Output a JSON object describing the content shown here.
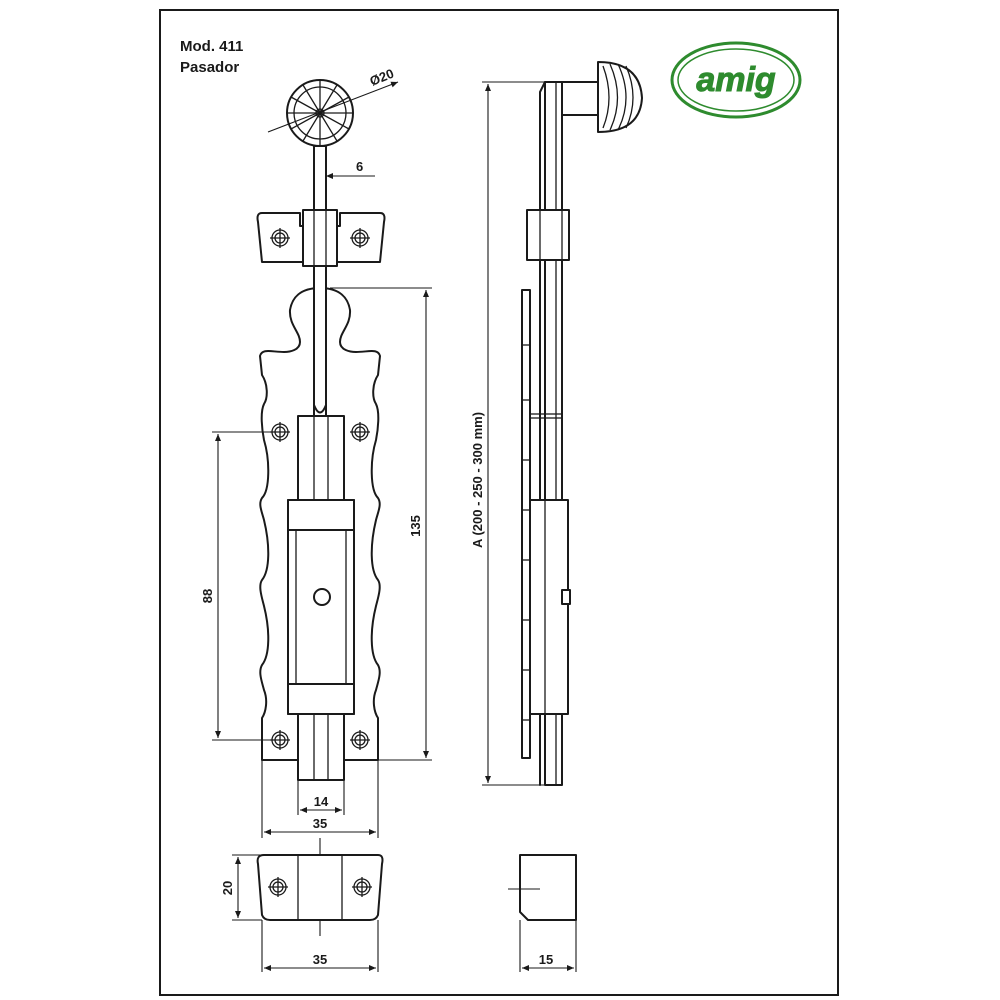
{
  "header": {
    "model": "Mod. 411",
    "product": "Pasador"
  },
  "logo": {
    "text": "amig",
    "color": "#2e8b2e"
  },
  "dimensions": {
    "knob_diameter": "Ø20",
    "bolt_width": "6",
    "hole_spacing": "88",
    "plate_length": "135",
    "slot_width": "14",
    "plate_width": "35",
    "keeper_height": "20",
    "keeper_width": "35",
    "keeper_depth": "15",
    "overall_length": "A (200 - 250 - 300 mm)"
  },
  "colors": {
    "line": "#1a1a1a",
    "logo_green": "#2e8b2e"
  }
}
